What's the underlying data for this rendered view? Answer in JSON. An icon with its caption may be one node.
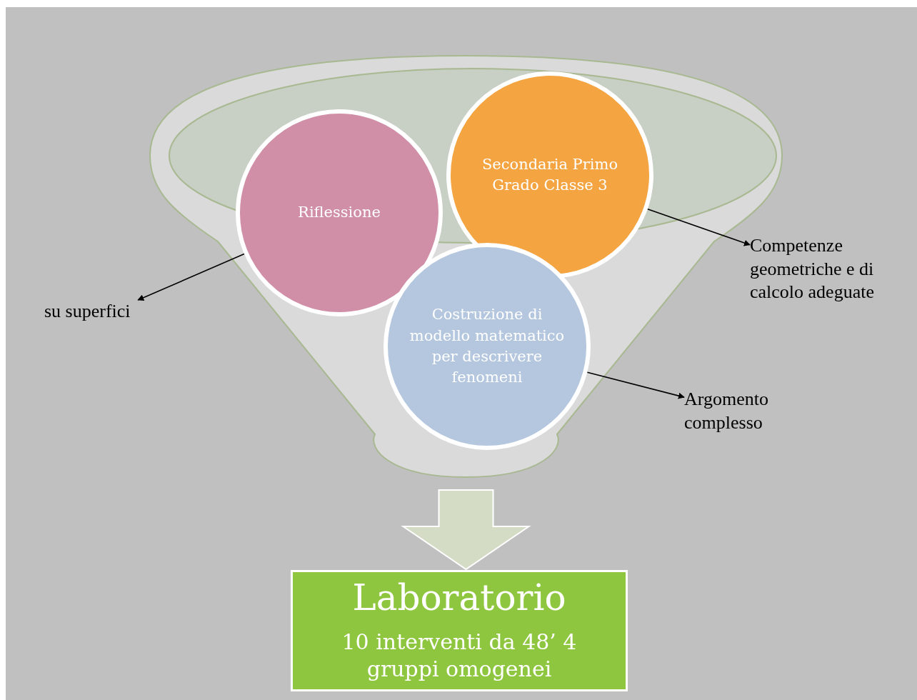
{
  "diagram": {
    "nodes": [
      {
        "text": [],
        "shape": "funnel"
      },
      {
        "text": [
          "Riflessione"
        ],
        "in": 0
      },
      {
        "text": [
          "Secondaria Primo Grado Classe 3"
        ],
        "in": 0
      },
      {
        "text": [
          "Costruzione di modello matematico per descrivere fenomeni"
        ],
        "in": 0
      },
      {
        "text": [
          "su superfici"
        ]
      },
      {
        "text": [
          "Competenze geometriche e di calcolo adeguate"
        ]
      },
      {
        "text": [
          "Argomento complesso"
        ]
      },
      {
        "text": [
          "Laboratorio",
          "10 interventi da 48’ 4 gruppi omogenei"
        ]
      }
    ],
    "edges": [
      {
        "from": 1,
        "to": 4,
        "arrow": "to"
      },
      {
        "from": 2,
        "to": 5,
        "arrow": "to"
      },
      {
        "from": 3,
        "to": 6,
        "arrow": "to"
      },
      {
        "from": 0,
        "to": 7,
        "arrow": "to",
        "style": "thick",
        "color": "#d4dcc6"
      }
    ]
  }
}
